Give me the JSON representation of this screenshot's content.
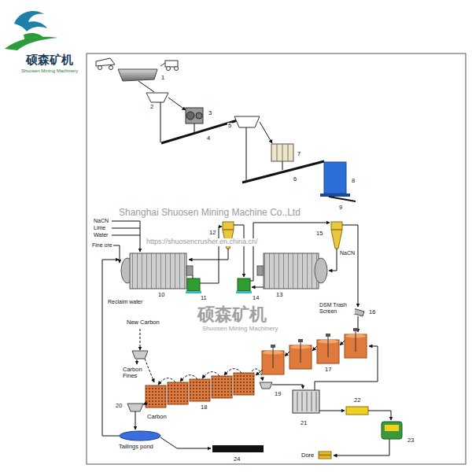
{
  "diagram": {
    "labels": [
      "硕森矿机",
      "Shuosen Mining Machinery",
      "1",
      "2",
      "3",
      "5",
      "4",
      "7",
      "6",
      "8",
      "9",
      "Shanghai Shuosen Mining Machine Co.,Ltd",
      "NaCN",
      "Lime",
      "Water",
      "https://shuosencrusher.en.china.cn/",
      "12",
      "15",
      "Fine ore",
      "NaCN",
      "10",
      "13",
      "11",
      "14",
      "Reclaim water",
      "硕森矿机",
      "Shuosen Mining Machinery",
      "DSM Trash Screen",
      "16",
      "New Carbon",
      "17",
      "Carbon Fines",
      "18",
      "19",
      "20",
      "Carbon",
      "21",
      "22",
      "Tailings pond",
      "23",
      "24",
      "Dore"
    ]
  }
}
